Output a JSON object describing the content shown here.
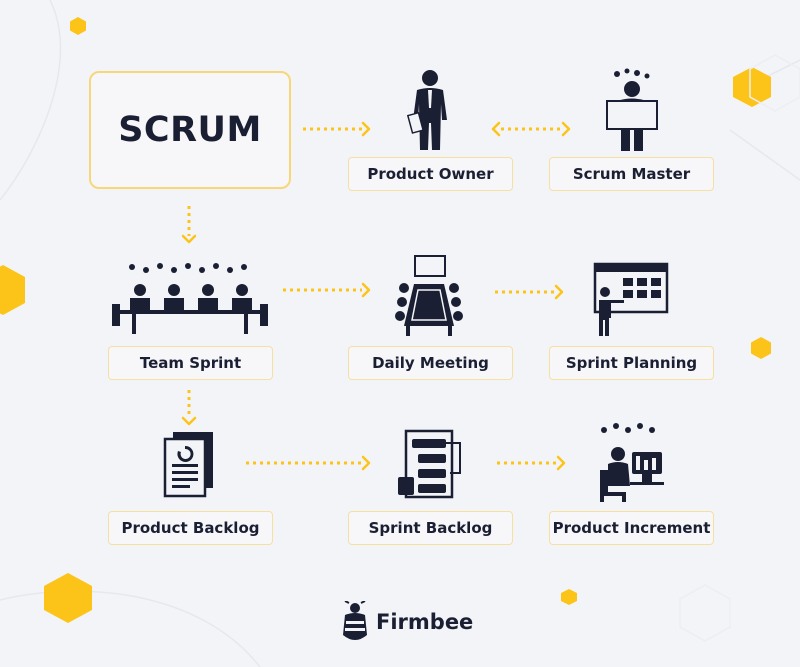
{
  "title": "SCRUM",
  "nodes": [
    {
      "id": "product-owner",
      "label": "Product Owner",
      "icon": "businessman-icon"
    },
    {
      "id": "scrum-master",
      "label": "Scrum Master",
      "icon": "scrum-master-icon"
    },
    {
      "id": "team-sprint",
      "label": "Team Sprint",
      "icon": "team-table-icon"
    },
    {
      "id": "daily-meeting",
      "label": "Daily Meeting",
      "icon": "conference-table-icon"
    },
    {
      "id": "sprint-planning",
      "label": "Sprint Planning",
      "icon": "planning-board-icon"
    },
    {
      "id": "product-backlog",
      "label": "Product Backlog",
      "icon": "backlog-documents-icon"
    },
    {
      "id": "sprint-backlog",
      "label": "Sprint Backlog",
      "icon": "task-flow-icon"
    },
    {
      "id": "product-increment",
      "label": "Product Increment",
      "icon": "developer-at-computer-icon"
    }
  ],
  "edges": [
    {
      "from": "scrum",
      "to": "product-owner",
      "style": "dotted-arrow"
    },
    {
      "from": "product-owner",
      "to": "scrum-master",
      "style": "dotted-double-arrow"
    },
    {
      "from": "scrum",
      "to": "team-sprint",
      "style": "dotted-arrow"
    },
    {
      "from": "team-sprint",
      "to": "daily-meeting",
      "style": "dotted-arrow"
    },
    {
      "from": "daily-meeting",
      "to": "sprint-planning",
      "style": "dotted-arrow"
    },
    {
      "from": "team-sprint",
      "to": "product-backlog",
      "style": "dotted-arrow"
    },
    {
      "from": "product-backlog",
      "to": "sprint-backlog",
      "style": "dotted-arrow"
    },
    {
      "from": "sprint-backlog",
      "to": "product-increment",
      "style": "dotted-arrow"
    }
  ],
  "brand": {
    "name": "Firmbee",
    "logo_icon": "firmbee-bee-logo-icon"
  },
  "colors": {
    "accent": "#fcc419",
    "border": "#f6dfa1",
    "text": "#1b1f33",
    "background": "#f3f4f7"
  }
}
